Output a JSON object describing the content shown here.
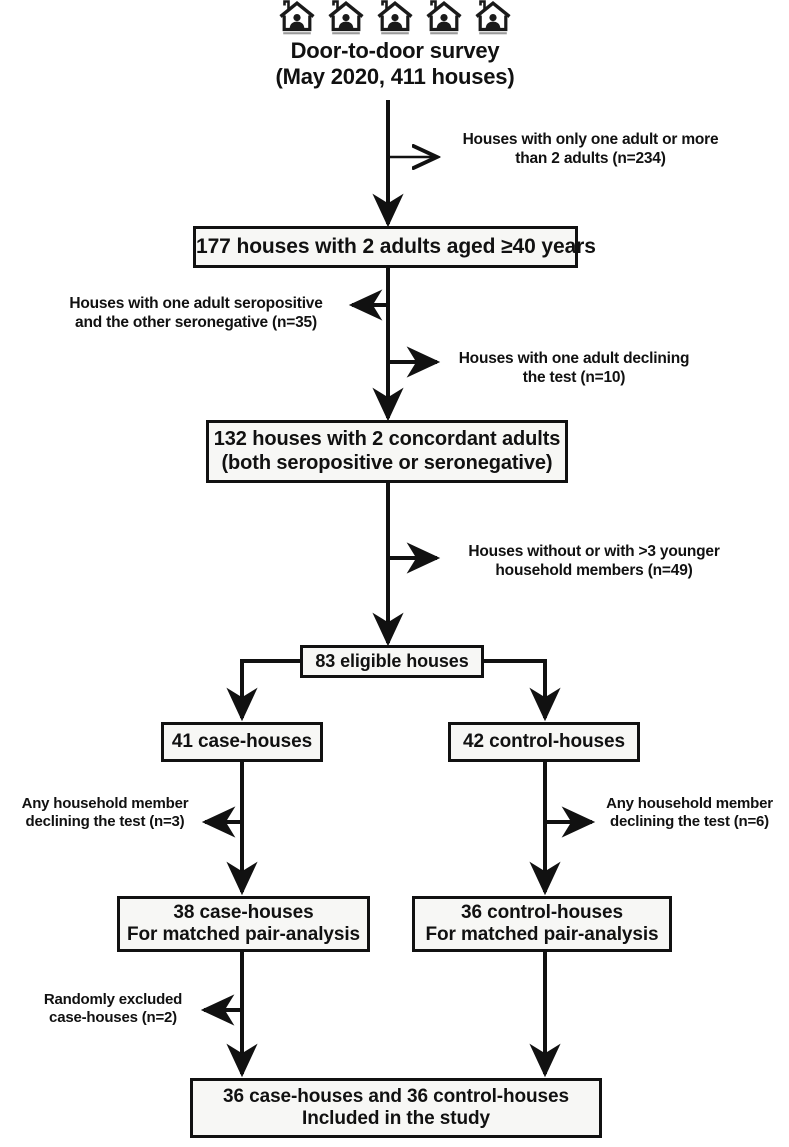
{
  "diagram": {
    "title": "Study flow diagram of door-to-door survey household selection",
    "colors": {
      "line": "#111111",
      "box_fill": "#f7f7f5",
      "box_border": "#111111",
      "background": "#ffffff",
      "text": "#111111"
    },
    "header": {
      "icon_name": "house-with-person-icon",
      "icon_count": 5,
      "line1": "Door-to-door survey",
      "line2": "(May 2020, 411 houses)"
    },
    "nodes": {
      "houses_177": {
        "line1": "177 houses with 2 adults aged ≥40 years"
      },
      "houses_132": {
        "line1": "132 houses with 2 concordant adults",
        "line2": "(both seropositive or seronegative)"
      },
      "eligible_83": {
        "line1": "83 eligible houses"
      },
      "case_41": {
        "line1": "41 case-houses"
      },
      "control_42": {
        "line1": "42 control-houses"
      },
      "case_38": {
        "line1": "38 case-houses",
        "line2": "For matched pair-analysis"
      },
      "control_36": {
        "line1": "36 control-houses",
        "line2": "For matched pair-analysis"
      },
      "final_included": {
        "line1": "36 case-houses and 36 control-houses",
        "line2": "Included in the study"
      }
    },
    "exclusions": {
      "excluded_234": {
        "line1": "Houses with only one adult or more",
        "line2": "than 2 adults (n=234)",
        "direction": "right"
      },
      "excluded_35": {
        "line1": "Houses with one adult seropositive",
        "line2": "and the other seronegative (n=35)",
        "direction": "left"
      },
      "excluded_10": {
        "line1": "Houses with one adult declining",
        "line2": "the test (n=10)",
        "direction": "right"
      },
      "excluded_49": {
        "line1": "Houses without or with >3 younger",
        "line2": "household members (n=49)",
        "direction": "right"
      },
      "excluded_3": {
        "line1": "Any household member",
        "line2": "declining the test (n=3)",
        "direction": "left"
      },
      "excluded_6": {
        "line1": "Any household member",
        "line2": "declining the test (n=6)",
        "direction": "right"
      },
      "excluded_2": {
        "line1": "Randomly excluded",
        "line2": "case-houses (n=2)",
        "direction": "left"
      }
    }
  }
}
